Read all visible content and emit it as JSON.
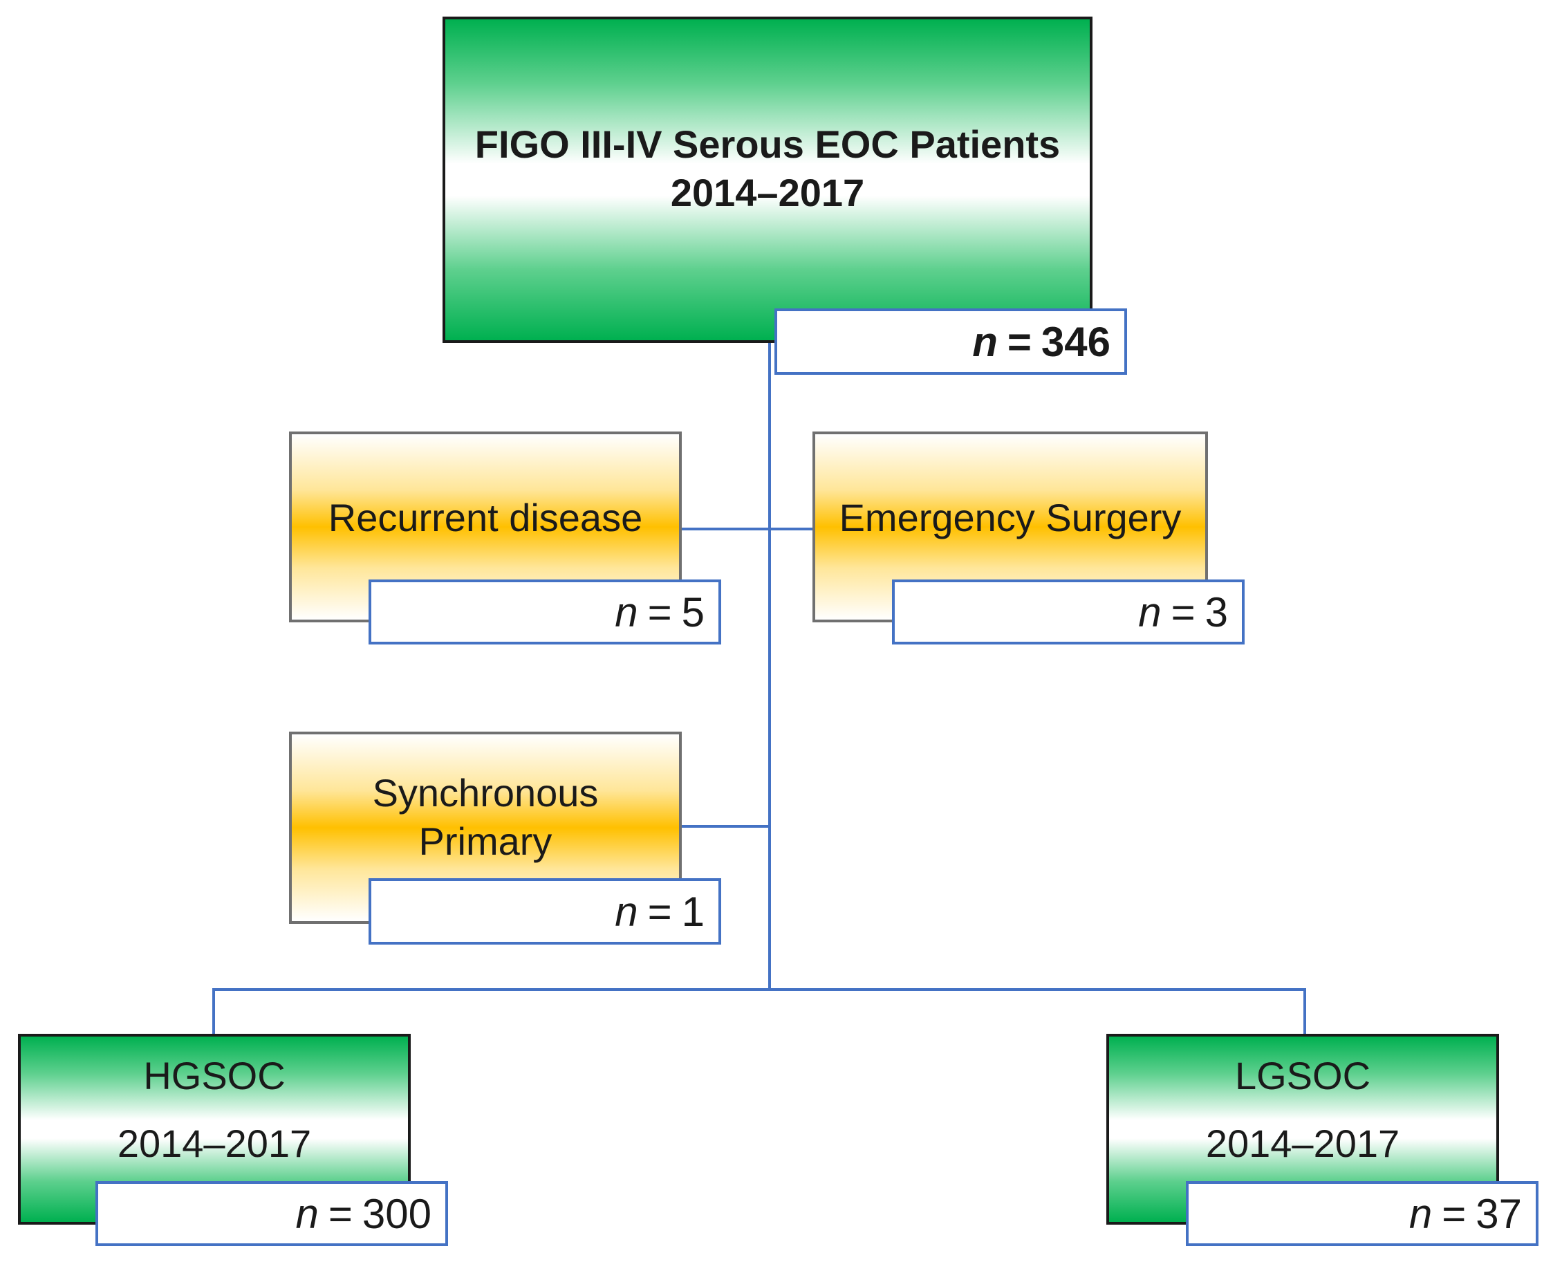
{
  "colors": {
    "green": "#00b050",
    "orange": "#ffc000",
    "connector": "#4472c4"
  },
  "root": {
    "title_line1": "FIGO III-IV Serous EOC Patients",
    "title_line2": "2014–2017",
    "n_symbol": "n",
    "eq": "=",
    "count": "346"
  },
  "exclusions": [
    {
      "label": "Recurrent disease",
      "n_symbol": "n",
      "eq": "=",
      "count": "5"
    },
    {
      "label": "Emergency Surgery",
      "n_symbol": "n",
      "eq": "=",
      "count": "3"
    },
    {
      "label_line1": "Synchronous",
      "label_line2": "Primary",
      "n_symbol": "n",
      "eq": "=",
      "count": "1"
    }
  ],
  "groups": [
    {
      "label": "HGSOC",
      "years": "2014–2017",
      "n_symbol": "n",
      "eq": "=",
      "count": "300"
    },
    {
      "label": "LGSOC",
      "years": "2014–2017",
      "n_symbol": "n",
      "eq": "=",
      "count": "37"
    }
  ]
}
